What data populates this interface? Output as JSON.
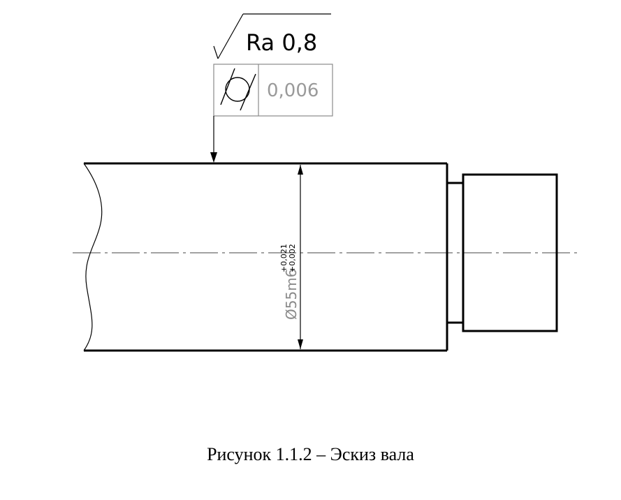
{
  "drawing": {
    "roughness": "Ra 0,8",
    "tolerance_value": "0,006",
    "tolerance_symbol": "cylindricity-icon",
    "dimension": {
      "main": "Ø55m6",
      "upper_deviation": "+0,021",
      "lower_deviation": "+0,002"
    }
  },
  "caption": "Рисунок 1.1.2 – Эскиз вала",
  "colors": {
    "ink": "#000000",
    "faint": "#8a8a8a"
  }
}
